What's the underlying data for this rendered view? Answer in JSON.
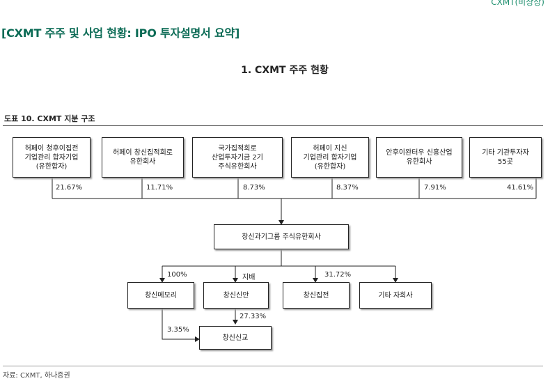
{
  "header": {
    "tag": "CXMT(비상장)",
    "title": "[CXMT 주주 및 사업 현황: IPO 투자설명서 요약]"
  },
  "section": {
    "heading": "1. CXMT 주주 현황"
  },
  "figure": {
    "title": "도표 10. CXMT 지분 구조",
    "source": "자료: CXMT, 하나증권"
  },
  "shareholders": [
    {
      "name": "허페이 청후이집전\n기업관리 합자기업\n(유한합자)",
      "stake": "21.67%"
    },
    {
      "name": "허페이 창신집적회로\n유한회사",
      "stake": "11.71%"
    },
    {
      "name": "국가집적회로\n산업투자기금 2기\n주식유한회사",
      "stake": "8.73%"
    },
    {
      "name": "허페이 지신\n기업관리 합자기업\n(유한합자)",
      "stake": "8.37%"
    },
    {
      "name": "안후이완터우 신흥산업\n유한회사",
      "stake": "7.91%"
    },
    {
      "name": "기타 기관투자자\n55곳",
      "stake": "41.61%"
    }
  ],
  "parent": {
    "name": "창신과기그룹 주식유한회사"
  },
  "subsidiaries": [
    {
      "name": "창신메모리",
      "stake": "100%"
    },
    {
      "name": "창신신안",
      "stake": "지배"
    },
    {
      "name": "창신집전",
      "stake": "31.72%"
    },
    {
      "name": "기타 자회사",
      "stake": ""
    }
  ],
  "grandchild": {
    "name": "창신신교",
    "stake_from_memory": "3.35%",
    "stake_from_xinan": "27.33%"
  }
}
